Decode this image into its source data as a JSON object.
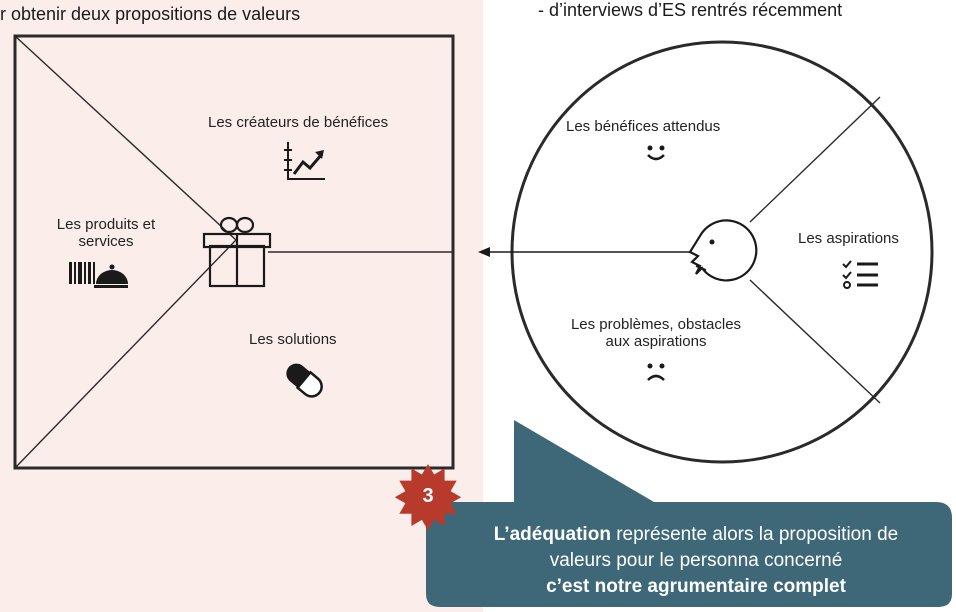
{
  "header": {
    "left": "r obtenir deux propositions de valeurs",
    "right": "- d’interviews d’ES rentrés récemment"
  },
  "value_map": {
    "benefit_creators": "Les créateurs de bénéfices",
    "products_line1": "Les produits et",
    "products_line2": "services",
    "solutions": "Les solutions"
  },
  "customer_profile": {
    "expected_benefits": "Les bénéfices attendus",
    "aspirations": "Les aspirations",
    "problems_line1": "Les problèmes, obstacles",
    "problems_line2": "aux aspirations"
  },
  "badge": {
    "number": "3"
  },
  "callout": {
    "strong": "L’adéquation",
    "line1_rest": " représente alors la proposition de",
    "line2": "valeurs pour le personna concerné",
    "line3": "c’est notre agrumentaire complet"
  },
  "icons": [
    "chart-up-icon",
    "products-services-icon",
    "gift-icon",
    "pill-icon",
    "smile-icon",
    "face-profile-icon",
    "checklist-icon",
    "frown-icon",
    "starburst-badge-icon"
  ],
  "colors": {
    "left_bg": "#fbeeea",
    "callout": "#3e6878",
    "badge": "#b73a2c"
  }
}
